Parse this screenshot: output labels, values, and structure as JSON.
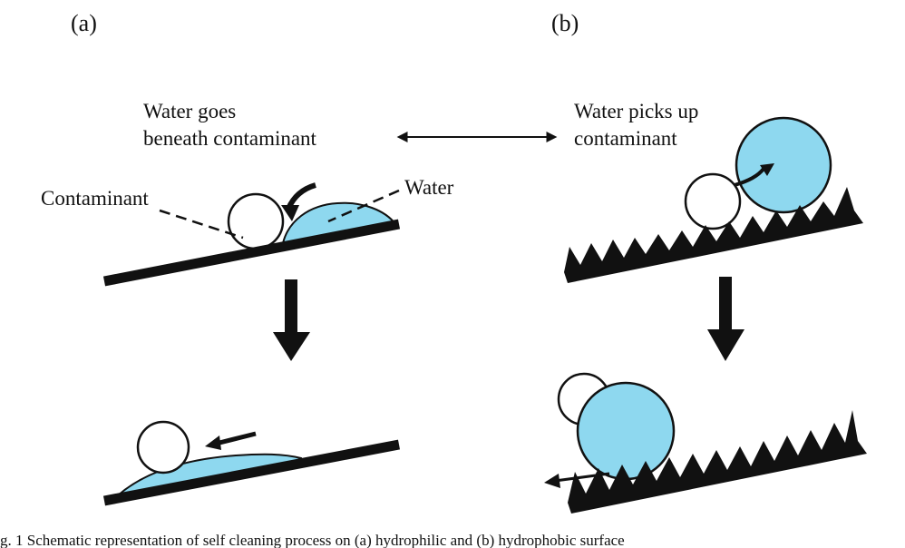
{
  "panels": {
    "a_label": "(a)",
    "b_label": "(b)"
  },
  "annotations": {
    "water_goes_line1": "Water goes",
    "water_goes_line2": "beneath contaminant",
    "water_picks_line1": "Water picks up",
    "water_picks_line2": "contaminant",
    "contaminant": "Contaminant",
    "water": "Water"
  },
  "caption": "g. 1   Schematic representation of self cleaning process on (a) hydrophilic and (b) hydrophobic surface",
  "colors": {
    "water": "#8ed8ef",
    "ink": "#111111",
    "particle": "#ffffff"
  }
}
